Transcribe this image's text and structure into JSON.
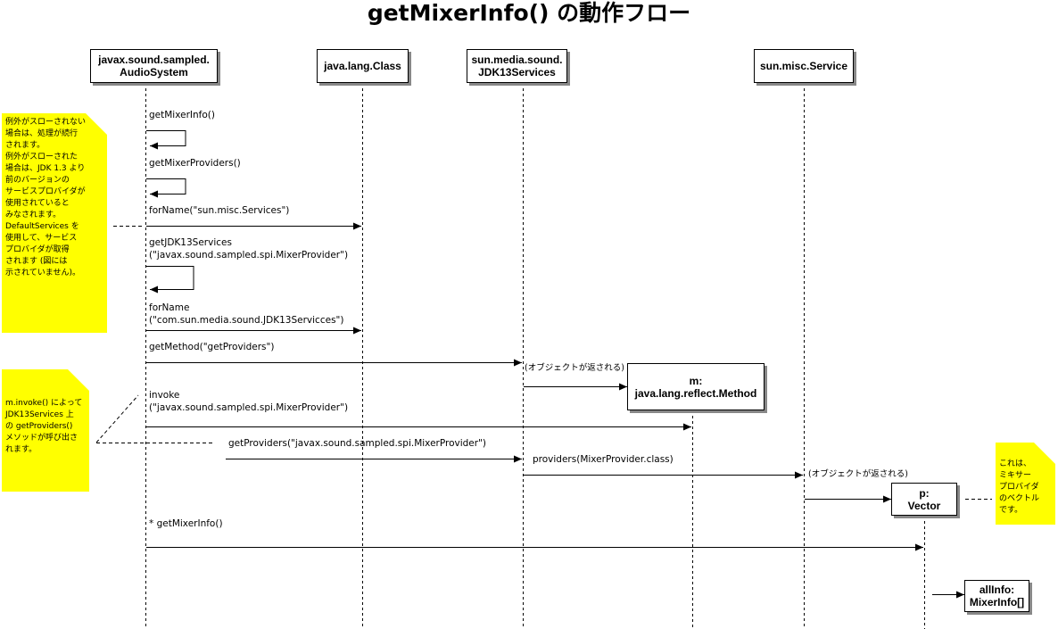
{
  "title": "getMixerInfo() の動作フロー",
  "objects": {
    "audio_system": [
      "javax.sound.sampled.",
      "AudioSystem"
    ],
    "class": [
      "java.lang.Class"
    ],
    "jdk13services": [
      "sun.media.sound.",
      "JDK13Services"
    ],
    "service": [
      "sun.misc.Service"
    ],
    "method": [
      "m:",
      "java.lang.reflect.Method"
    ],
    "vector": [
      "p:",
      "Vector"
    ],
    "mixerinfo": [
      "allInfo:",
      "MixerInfo[]"
    ]
  },
  "messages": {
    "m1": "getMixerInfo()",
    "m2": "getMixerProviders()",
    "m3": "forName(\"sun.misc.Services\")",
    "m4": "getJDK13Services\n(\"javax.sound.sampled.spi.MixerProvider\")",
    "m5": "forName\n(\"com.sun.media.sound.JDK13Servicces\")",
    "m6": "getMethod(\"getProviders\")",
    "m7": "(オブジェクトが返される)",
    "m8": "invoke\n(\"javax.sound.sampled.spi.MixerProvider\")",
    "m9": "getProviders(\"javax.sound.sampled.spi.MixerProvider\")",
    "m10": "providers(MixerProvider.class)",
    "m11": "(オブジェクトが返される)",
    "m12": "* getMixerInfo()"
  },
  "notes": {
    "exceptions": "例外がスローされない\n場合は、処理が続行\nされます。\n例外がスローされた\n場合は、JDK 1.3 より\n前のバージョンの\nサービスプロバイダが\n使用されていると\nみなされます。\nDefaultServices を\n使用して、サービス\nプロバイダが取得\nされます (図には\n示されていません)。",
    "invoke": "m.invoke() によって\nJDK13Services 上\nの getProviders()\nメソッドが呼び出さ\nれます。",
    "vector": "これは、\nミキサー\nプロバイダ\nのベクトル\nです。"
  }
}
